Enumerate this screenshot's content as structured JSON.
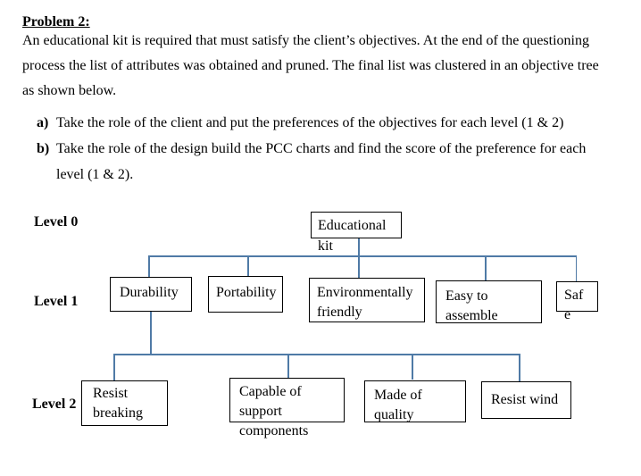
{
  "document": {
    "title": "Problem 2:",
    "intro": "An educational kit is required that must satisfy the client’s objectives. At the end of the questioning process the list of attributes was obtained and pruned. The final list was clustered in an objective tree as shown below.",
    "tasks": [
      {
        "marker": "a)",
        "text": "Take the role of the client and put the preferences of the objectives for each level (1 & 2)"
      },
      {
        "marker": "b)",
        "text": "Take the role of the design build the PCC charts and find the score of the preference for each level (1 & 2)."
      }
    ]
  },
  "tree": {
    "level_labels": [
      "Level 0",
      "Level 1",
      "Level 2"
    ],
    "nodes": {
      "root": "Educational kit",
      "level1": [
        "Durability",
        "Portability",
        "Environmentally friendly",
        "Easy to assemble",
        "Safe"
      ],
      "level2": [
        "Resist breaking",
        "Capable of support components",
        "Made of quality",
        "Resist wind"
      ]
    }
  },
  "colors": {
    "connector_line": "#4f7aa6",
    "box_border": "#000000"
  }
}
